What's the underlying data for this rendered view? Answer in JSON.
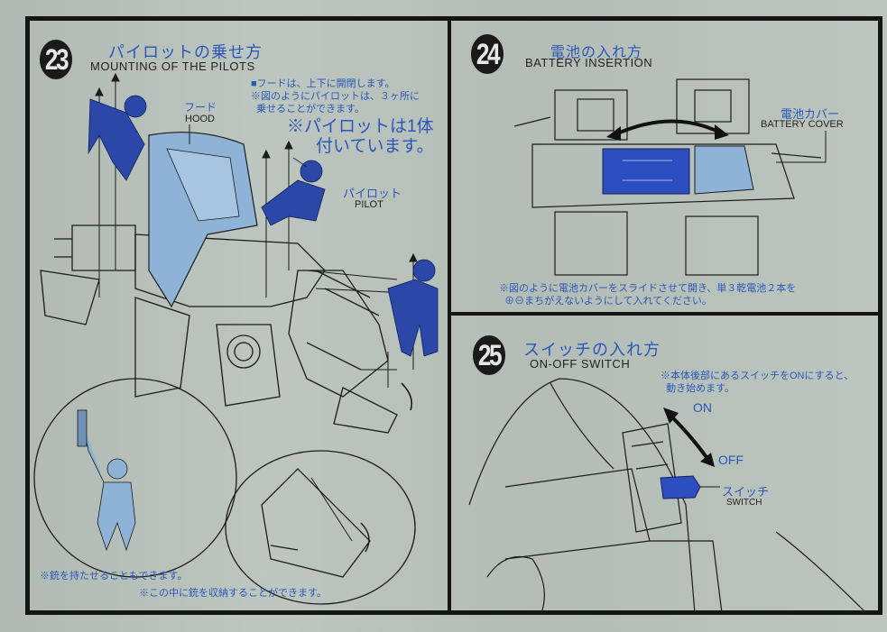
{
  "colors": {
    "paper": "#b9c3bc",
    "ink": "#151515",
    "japanese_text": "#2a57b8",
    "pilot_blue": "#2b48a8",
    "hood_light_blue": "#8fb3d6",
    "battery_blue": "#2d4ec0"
  },
  "section23": {
    "number": "23",
    "title_jp": "パイロットの乗せ方",
    "title_en": "MOUNTING OF THE PILOTS",
    "note_lines": [
      "■フードは、上下に開閉します。",
      "※図のようにパイロットは、３ヶ所に",
      "  乗せることができます。"
    ],
    "note_big": "※パイロットは1体\n付いています。",
    "hood_label_jp": "フード",
    "hood_label_en": "HOOD",
    "pilot_label_jp": "パイロット",
    "pilot_label_en": "PILOT",
    "gun_note": "※銃を持たせることもできます。",
    "storage_note": "※この中に銃を収納することができます。"
  },
  "section24": {
    "number": "24",
    "title_jp": "電池の入れ方",
    "title_en": "BATTERY INSERTION",
    "cover_label_jp": "電池カバー",
    "cover_label_en": "BATTERY COVER",
    "note_lines": [
      "※図のように電池カバーをスライドさせて開き、単３乾電池２本を",
      "  ⊕⊖まちがえないようにして入れてください。"
    ]
  },
  "section25": {
    "number": "25",
    "title_jp": "スイッチの入れ方",
    "title_en": "ON-OFF SWITCH",
    "note_lines": [
      "※本体後部にあるスイッチをONにすると、",
      "  動き始めます。"
    ],
    "on_label": "ON",
    "off_label": "OFF",
    "switch_label_jp": "スイッチ",
    "switch_label_en": "SWITCH"
  }
}
